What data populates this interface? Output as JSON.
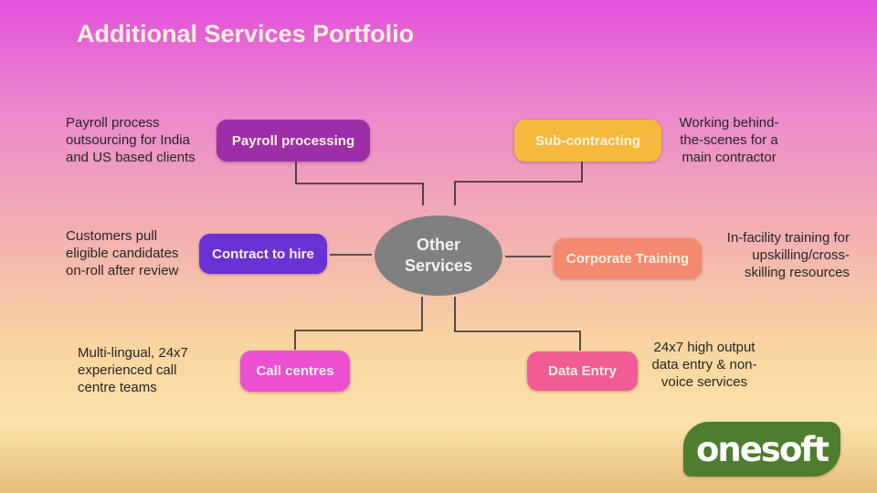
{
  "title": "Additional Services Portfolio",
  "center": {
    "label": "Other\nServices",
    "color": "#808080"
  },
  "nodes": [
    {
      "name": "payroll-processing",
      "label": "Payroll processing",
      "color": "#9d2ea8",
      "description": "Payroll process\noutsourcing for India\nand US based clients"
    },
    {
      "name": "sub-contracting",
      "label": "Sub-contracting",
      "color": "#f5b93e",
      "description": "Working behind-\nthe-scenes for a\nmain contractor"
    },
    {
      "name": "contract-to-hire",
      "label": "Contract to hire",
      "color": "#6a31d4",
      "description": "Customers pull\neligible candidates\non-roll after review"
    },
    {
      "name": "corporate-training",
      "label": "Corporate Training",
      "color": "#f58a6e",
      "description": "In-facility training for\nupskilling/cross-\nskilling resources"
    },
    {
      "name": "call-centres",
      "label": "Call centres",
      "color": "#ed4fd1",
      "description": "Multi-lingual, 24x7\nexperienced call\ncentre teams"
    },
    {
      "name": "data-entry",
      "label": "Data Entry",
      "color": "#f25c94",
      "description": "24x7 high output\ndata entry & non-\nvoice services"
    }
  ],
  "logo": {
    "text": "onesoft",
    "color": "#4d7d2d"
  },
  "style": {
    "background_top": "#e351dc",
    "background_bottom": "#e5be7a",
    "connector_color": "#2b2a2b",
    "title_color": "#fbefd9",
    "description_color": "#262626"
  }
}
